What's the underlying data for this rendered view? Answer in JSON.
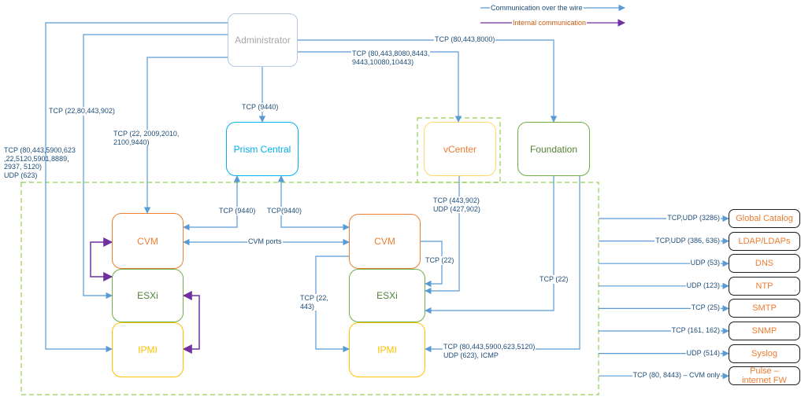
{
  "colors": {
    "wire": "#5b9bd5",
    "internal": "#7030a0",
    "admin_border": "#b4c7e7",
    "admin_text": "#a6a6a6",
    "pc_border": "#00b0f0",
    "pc_text": "#00b0f0",
    "vcenter_border": "#ffd966",
    "vcenter_text": "#ed7d31",
    "foundation_border": "#70ad47",
    "foundation_text": "#548235",
    "cvm_border": "#ed7d31",
    "cvm_text": "#ed7d31",
    "esxi_border": "#70ad47",
    "esxi_text": "#548235",
    "ipmi_border": "#ffc000",
    "ipmi_text": "#ffc000",
    "dashed_border": "#92d050",
    "service_text": "#ed7d31",
    "label_text": "#1f4e79"
  },
  "legend": {
    "wire": "Communication over the wire",
    "internal": "Internal communication"
  },
  "nodes": {
    "administrator": "Administrator",
    "prism_central": "Prism Central",
    "vcenter": "vCenter",
    "foundation": "Foundation",
    "cvm_left": "CVM",
    "esxi_left": "ESXi",
    "ipmi_left": "IPMI",
    "cvm_right": "CVM",
    "esxi_right": "ESXi",
    "ipmi_right": "IPMI"
  },
  "labels": {
    "admin_foundation": "TCP (80,443,8000)",
    "admin_vcenter": "TCP (80,443,8080,8443,\n9443,10080,10443)",
    "admin_pc": "TCP (9440)",
    "admin_cvm": "TCP (22, 2009,2010,\n2100,9440)",
    "admin_esxi": "TCP (22,80,443,902)",
    "admin_ipmi": "TCP (80,443,5900,623\n,22,5120,5901,8889,\n2937, 5120)\nUDP (623)",
    "pc_cvm_left": "TCP (9440)",
    "pc_cvm_right": "TCP(9440)",
    "cvm_ports": "CVM ports",
    "vcenter_esxi": "TCP (443,902)\nUDP (427,902)",
    "cvm_esxi_right": "TCP (22)",
    "cvm_ipmi_right": "TCP (22,\n443)",
    "foundation_esxi": "TCP (22)",
    "foundation_ipmi": "TCP (80,443,5900,623,5120)\nUDP (623), ICMP"
  },
  "services": [
    {
      "name": "Global Catalog",
      "protocol": "TCP,UDP (3286)"
    },
    {
      "name": "LDAP/LDAPs",
      "protocol": "TCP,UDP (386, 636)"
    },
    {
      "name": "DNS",
      "protocol": "UDP (53)"
    },
    {
      "name": "NTP",
      "protocol": "UDP (123)"
    },
    {
      "name": "SMTP",
      "protocol": "TCP (25)"
    },
    {
      "name": "SNMP",
      "protocol": "TCP (161, 162)"
    },
    {
      "name": "Syslog",
      "protocol": "UDP (514)"
    },
    {
      "name": "Pulse –\ninternet FW",
      "protocol": "TCP (80, 8443) – CVM only"
    }
  ]
}
